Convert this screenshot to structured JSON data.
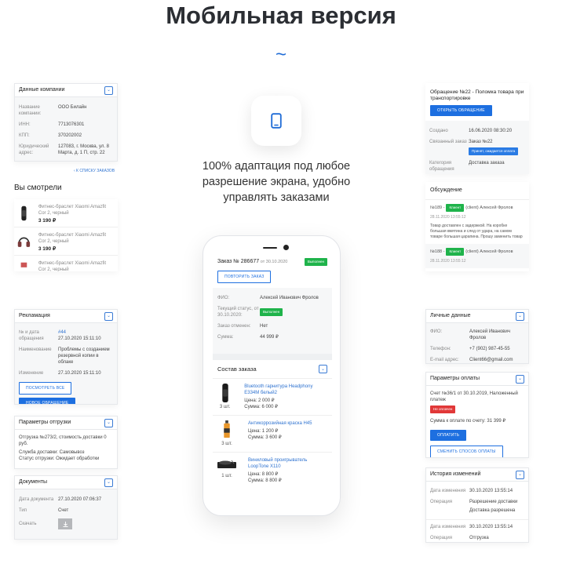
{
  "heading": "Мобильная версия",
  "tilde": "~",
  "tagline": "100% адаптация под любое разрешение экрана, удобно управлять заказами",
  "company": {
    "title": "Данные компании",
    "rows": [
      {
        "k": "Название компании:",
        "v": "ООО Билайн"
      },
      {
        "k": "ИНН:",
        "v": "7713076301"
      },
      {
        "k": "КПП:",
        "v": "370202002"
      },
      {
        "k": "Юридический адрес:",
        "v": "127083, г. Москва, ул. 8 Марта, д. 1 П, стр. 22"
      }
    ],
    "back_link": "‹ К СПИСКУ ЗАКАЗОВ"
  },
  "viewed": {
    "title": "Вы смотрели",
    "items": [
      {
        "name": "Фитнес-браслет Xiaomi Amazfit Cor 2, черный",
        "price": "3 190 ₽"
      },
      {
        "name": "Фитнес-браслет Xiaomi Amazfit Cor 2, черный",
        "price": "3 190 ₽"
      },
      {
        "name": "Фитнес-браслет Xiaomi Amazfit Cor 2, черный",
        "price": ""
      }
    ]
  },
  "appeal": {
    "title": "Обращение №22 - Поломка товара при транспортировке",
    "open_btn": "ОТКРЫТЬ ОБРАЩЕНИЕ",
    "created_k": "Создано",
    "created_v": "16.06.2020 08:30:20",
    "order_k": "Связанный заказ",
    "order_v": "Заказ №22",
    "order_badge": "Принят, ожидается оплата",
    "cat_k": "Категория обращения",
    "cat_v": "Доставка заказа"
  },
  "discussion": {
    "title": "Обсуждение",
    "m1_num": "№189 -",
    "m1_badge": "Клиент",
    "m1_author": "(client) Алексей Фролов",
    "m1_date": "28.11.2020 13:55:12",
    "m1_text": "Товар доставлен с задержкой. На коробке большая вмятина и след от удара, на самом товаре большая царапина. Прошу заменить товар",
    "m2_num": "№188 -",
    "m2_badge": "Клиент",
    "m2_author": "(client) Алексей Фролов",
    "m2_date": "28.11.2020 13:55:12"
  },
  "claim": {
    "title": "Рекламация",
    "rows": [
      {
        "k": "№ и дата обращения",
        "v": "#44",
        "v2": "27.10.2020 15:11:10"
      },
      {
        "k": "Наименование",
        "v": "Проблемы с созданием резервной копии в облаке",
        "v2": ""
      },
      {
        "k": "Изменение",
        "v": "27.10.2020 15:11:10",
        "v2": ""
      }
    ],
    "btn_all": "ПОСМОТРЕТЬ ВСЕ",
    "btn_new": "НОВОЕ ОБРАЩЕНИЕ"
  },
  "shipping": {
    "title": "Параметры отгрузки",
    "line1": "Отгрузка №273/2, стоимость доставки 0 руб.",
    "line2": "Служба доставки: Самовывоз",
    "line3": "Статус отгрузки: Ожидает обработки"
  },
  "documents": {
    "title": "Документы",
    "date_k": "Дата документа",
    "date_v": "27.10.2020 07:06:37",
    "type_k": "Тип",
    "type_v": "Счет",
    "dl_k": "Скачать"
  },
  "phone": {
    "order_title": "Заказ № 286677",
    "order_date": "от 30.10.2020",
    "status_badge": "Выполнен",
    "repeat_btn": "ПОВТОРИТЬ ЗАКАЗ",
    "rows": [
      {
        "k": "ФИО:",
        "v": "Алексей Иванович Фролов"
      },
      {
        "k": "Текущий статус, от 30.10.2020:",
        "v": "Выполнен"
      },
      {
        "k": "Заказ отменен:",
        "v": "Нет"
      },
      {
        "k": "Сумма:",
        "v": "44 999 ₽"
      }
    ],
    "composition": "Состав заказа",
    "price_label": "Цена:",
    "sum_label": "Сумма:",
    "products": [
      {
        "name": "Bluetooth гарнитура Headphony E334M белый2",
        "price": "2 000 ₽",
        "sum": "6 000 ₽",
        "qty": "3 шт."
      },
      {
        "name": "Антикоррозийная краска H45",
        "price": "1 200 ₽",
        "sum": "3 600 ₽",
        "qty": "3 шт."
      },
      {
        "name": "Виниловый проигрыватель LoopTone X110",
        "price": "8 800 ₽",
        "sum": "8 800 ₽",
        "qty": "1 шт."
      }
    ]
  },
  "personal": {
    "title": "Личные данные",
    "rows": [
      {
        "k": "ФИО:",
        "v": "Алексей Иванович Фролов"
      },
      {
        "k": "Телефон:",
        "v": "+7 (902) 987-45-55"
      },
      {
        "k": "E-mail адрес:",
        "v": "Client66@gmail.com"
      }
    ]
  },
  "payment": {
    "title": "Параметры оплаты",
    "line1": "Счет №36/1 от 30.10.2019, Наложенный платеж",
    "badge": "Не оплачен",
    "sum_text": "Сумма к оплате по счету: 31 399 ₽",
    "pay_btn": "ОПЛАТИТЬ",
    "change_btn": "СМЕНИТЬ СПОСОБ ОПЛАТЫ"
  },
  "history": {
    "title": "История изменений",
    "rows": [
      {
        "k": "Дата изменения",
        "v": "30.10.2020 13:55:14"
      },
      {
        "k": "Операция",
        "v": "Разрешение доставки"
      },
      {
        "k": "",
        "v": "Доставка разрешена"
      },
      {
        "k": "Дата изменения",
        "v": "30.10.2020 13:55:14"
      },
      {
        "k": "Операция",
        "v": "Отгрузка"
      }
    ]
  }
}
